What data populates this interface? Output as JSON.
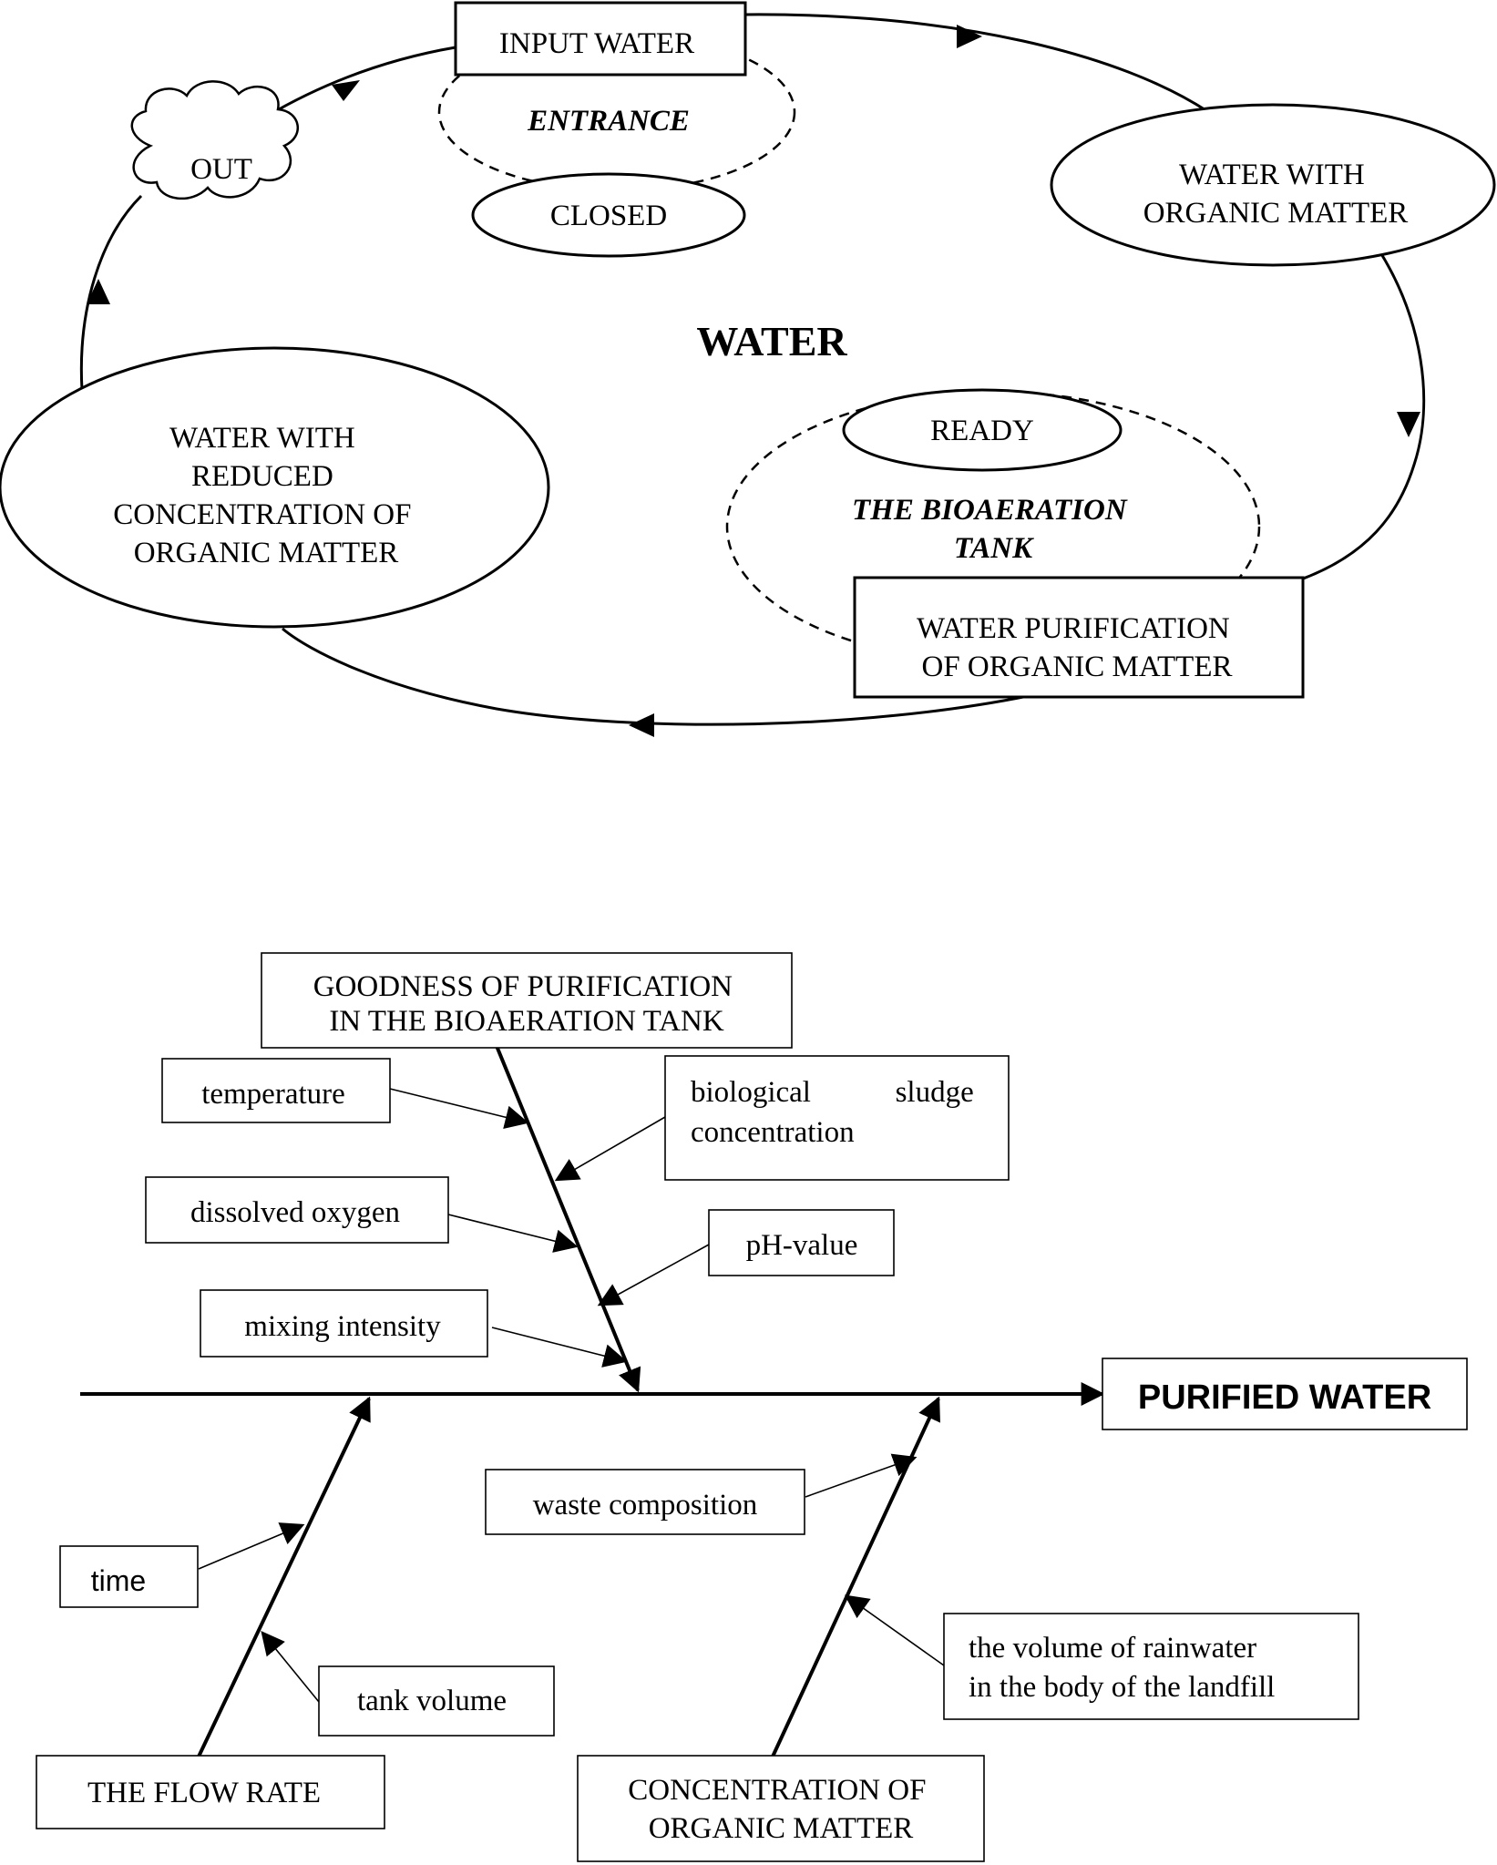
{
  "cycle": {
    "center_label": "WATER",
    "input_water": "INPUT WATER",
    "entrance": "ENTRANCE",
    "closed": "CLOSED",
    "out": "OUT",
    "water_with_organic": [
      "WATER WITH",
      "ORGANIC MATTER"
    ],
    "ready": "READY",
    "bioaeration_tank": [
      "THE BIOAERATION",
      "TANK"
    ],
    "purification": [
      "WATER PURIFICATION",
      "OF ORGANIC MATTER"
    ],
    "reduced": [
      "WATER WITH",
      "REDUCED",
      "CONCENTRATION OF",
      "ORGANIC MATTER"
    ]
  },
  "fishbone": {
    "goodness": [
      "GOODNESS OF PURIFICATION",
      "IN THE BIOAERATION TANK"
    ],
    "temperature": "temperature",
    "biological_sludge": [
      "biological",
      "sludge",
      "concentration"
    ],
    "dissolved_oxygen": "dissolved oxygen",
    "ph_value": "pH-value",
    "mixing_intensity": "mixing intensity",
    "purified_water": "PURIFIED WATER",
    "waste_composition": "waste composition",
    "time": "time",
    "tank_volume": "tank volume",
    "rainwater": [
      "the volume of rainwater",
      "in the body of the landfill"
    ],
    "flow_rate": "THE FLOW RATE",
    "concentration": [
      "CONCENTRATION OF",
      "ORGANIC MATTER"
    ]
  }
}
